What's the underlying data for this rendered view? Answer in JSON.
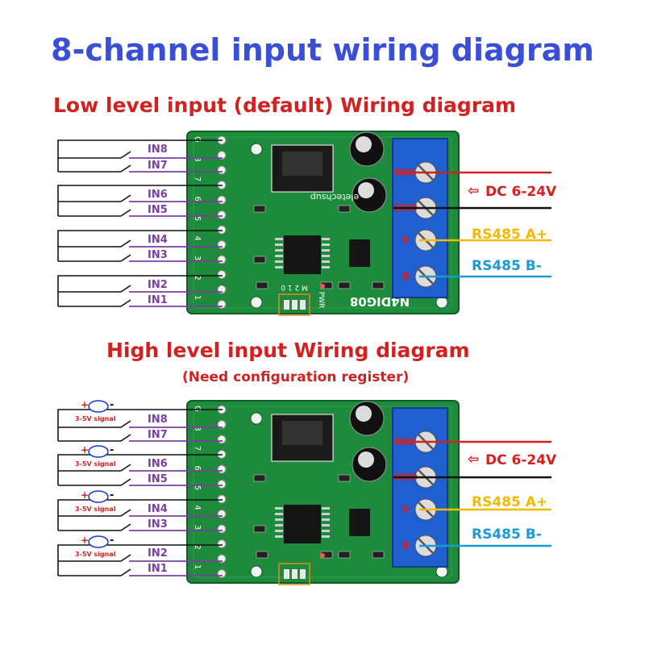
{
  "title": "8-channel input wiring diagram",
  "colors": {
    "title": "#3a4fd6",
    "section": "#d32020",
    "input_label": "#7b3fa0",
    "board": "#1e8a3c",
    "terminal": "#1f5fd0",
    "dc_wire": "#d32020",
    "rs485_a": "#f2b900",
    "rs485_b": "#1a9ad6"
  },
  "sections": [
    {
      "heading": "Low level input (default)  Wiring diagram",
      "note": "",
      "inputs": [
        "IN8",
        "IN7",
        "IN6",
        "IN5",
        "IN4",
        "IN3",
        "IN2",
        "IN1"
      ],
      "signal_label": ""
    },
    {
      "heading": "High level input Wiring diagram",
      "note": "(Need configuration register)",
      "inputs": [
        "IN8",
        "IN7",
        "IN6",
        "IN5",
        "IN4",
        "IN3",
        "IN2",
        "IN1"
      ],
      "signal_label": "3-5V signal"
    }
  ],
  "board": {
    "model": "N4DIG08",
    "brand": "eletechsup",
    "pwr_label": "PWR",
    "jumper_label": "M 2 1 0",
    "pin_labels": [
      "G",
      "8",
      "7",
      "6",
      "5",
      "4",
      "3",
      "2",
      "1"
    ],
    "terminal_labels": [
      "VIN",
      "GND",
      "A",
      "B"
    ]
  },
  "power": {
    "dc_label": "DC 6-24V",
    "rs485_a_label": "RS485 A+",
    "rs485_b_label": "RS485 B-"
  }
}
